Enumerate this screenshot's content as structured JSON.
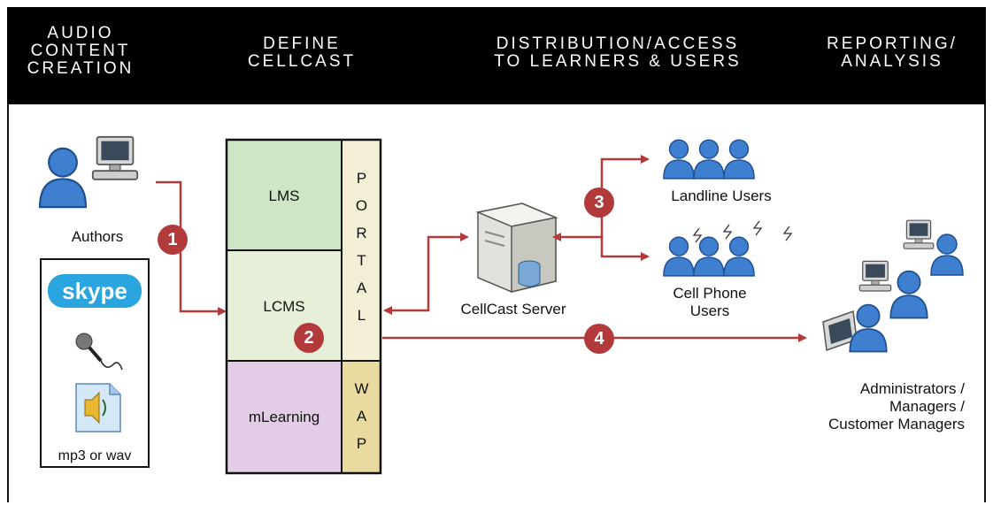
{
  "header": {
    "col1": "AUDIO\nCONTENT\nCREATION",
    "col2": "DEFINE\nCELLCAST",
    "col3": "DISTRIBUTION/ACCESS\nTO LEARNERS & USERS",
    "col4": "REPORTING/\nANALYSIS"
  },
  "authors_label": "Authors",
  "media_box": {
    "caption": "mp3 or wav",
    "skype_text": "skype"
  },
  "stack": {
    "lms": "LMS",
    "lcms": "LCMS",
    "mlearning": "mLearning",
    "portal": "PORTAL",
    "wap": "WAP"
  },
  "server_label": "CellCast Server",
  "landline_label": "Landline Users",
  "cell_label": "Cell Phone\nUsers",
  "admins_label": "Administrators /\nManagers /\nCustomer Managers",
  "badges": {
    "b1": "1",
    "b2": "2",
    "b3": "3",
    "b4": "4"
  },
  "colors": {
    "arrow": "#b33a3a",
    "lms": "#cfe6c6",
    "lcms": "#e6f0d8",
    "mlearning": "#e2cce6",
    "portal": "#f3efd6",
    "wap": "#e9dba0",
    "person": "#3f7fcf"
  }
}
